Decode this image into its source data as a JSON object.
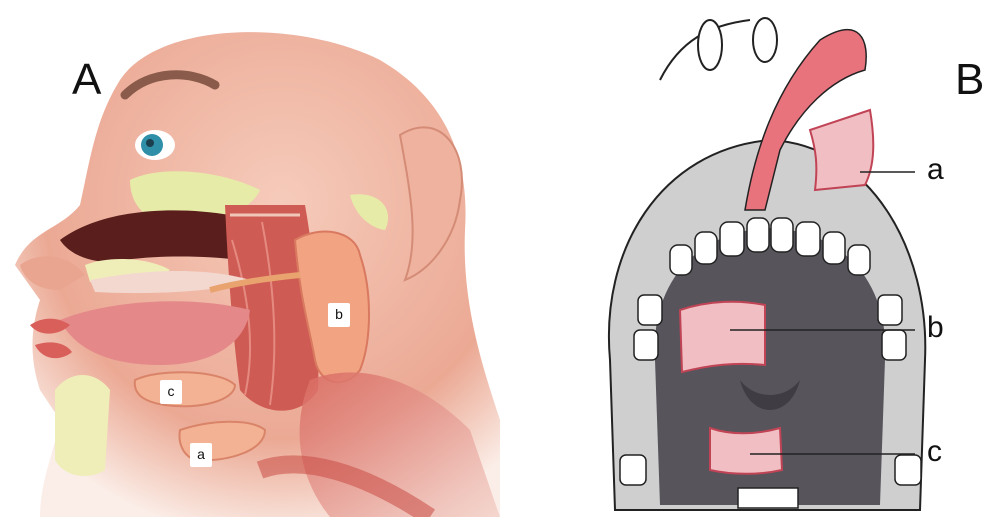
{
  "panels": {
    "A": {
      "letter": "A",
      "labels": {
        "a": "a",
        "b": "b",
        "c": "c"
      }
    },
    "B": {
      "letter": "B",
      "labels": {
        "a": "a",
        "b": "b",
        "c": "c"
      }
    }
  },
  "colors": {
    "skin": "#f0b9a6",
    "muscle": "#d9685f",
    "gland": "#f2a482",
    "bone": "#f1f0b8",
    "oral_cavity": "#55525a",
    "gland_pink": "#f1bfc3"
  }
}
